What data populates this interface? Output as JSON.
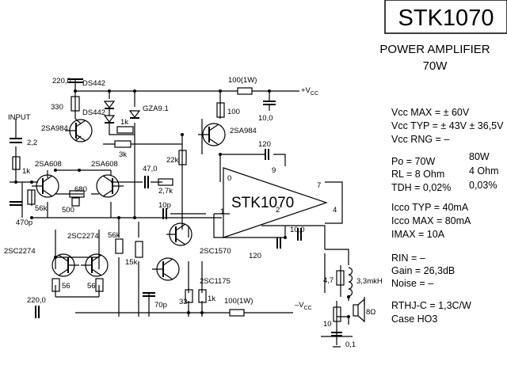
{
  "title": "STK1070",
  "subtitle_line1": "POWER AMPLIFIER",
  "subtitle_line2": "70W",
  "specs": {
    "vcc_max": "Vcc MAX = ± 60V",
    "vcc_typ": "Vcc TYP = ± 43V  ± 36,5V",
    "vcc_rng": "Vcc RNG =  –",
    "po": "Po  = 70W",
    "po2": "80W",
    "rl": "RL  = 8 Ohm",
    "rl2": "4 Ohm",
    "tdh": "TDH = 0,02%",
    "tdh2": "0,03%",
    "icco_typ": "Icco TYP = 40mA",
    "icco_max": "Icco MAX = 80mA",
    "imax": "IMAX   =   10A",
    "rin": "RIN  =  –",
    "gain": "Gain  = 26,3dB",
    "noise": "Noise =  –",
    "rthjc": "RTHJ-C = 1,3C/W",
    "case": "Case  HO3"
  },
  "labels": {
    "input": "INPUT",
    "c_in": "2,2",
    "r_in": "1k",
    "r_56k": "56k",
    "c_470p": "470p",
    "c_220_top": "220,0",
    "r_330": "330",
    "d_ds442a": "DS442",
    "d_ds442b": "DS442",
    "t_2sa984a": "2SA984",
    "t_2sa984b": "2SA984",
    "z_gza": "GZA9.1",
    "r_1k_mid": "1k",
    "r_3k": "3k",
    "r_100_top": "100",
    "r_100_1w_top": "100(1W)",
    "vcc_pos": "+V",
    "vcc_pos_sub": "CC",
    "c_10_top": "10,0",
    "c_120_top": "120",
    "r_22k": "22k",
    "t_2sa608a": "2SA608",
    "t_2sa608b": "2SA608",
    "r_680": "680",
    "r_500": "500",
    "c_47": "47,0",
    "r_27k": "2,7k",
    "c_10p": "10p",
    "ic_name": "STK1070",
    "pin0": "0",
    "pin1": "1",
    "pin2": "2",
    "pin4": "4",
    "pin7": "7",
    "pin9": "9",
    "c_10_mid": "10,0",
    "c_120_bot": "120",
    "t_2sc2274a": "2SC2274",
    "t_2sc2274b": "2SC2274",
    "r_56k_b": "56k",
    "r_15k": "15k",
    "t_2sc1570": "2SC1570",
    "t_2sc1175": "2SC1175",
    "r_56a": "56",
    "r_56b": "56",
    "c_220_bot": "220,0",
    "c_70p": "70p",
    "r_33": "33",
    "r_1k_bot": "1k",
    "r_100_1w_bot": "100(1W)",
    "vcc_neg": "–V",
    "vcc_neg_sub": "CC",
    "r_47": "4,7",
    "l_33": "3,3mkH",
    "r_10": "10",
    "c_01": "0,1",
    "spk": "8Ω"
  }
}
